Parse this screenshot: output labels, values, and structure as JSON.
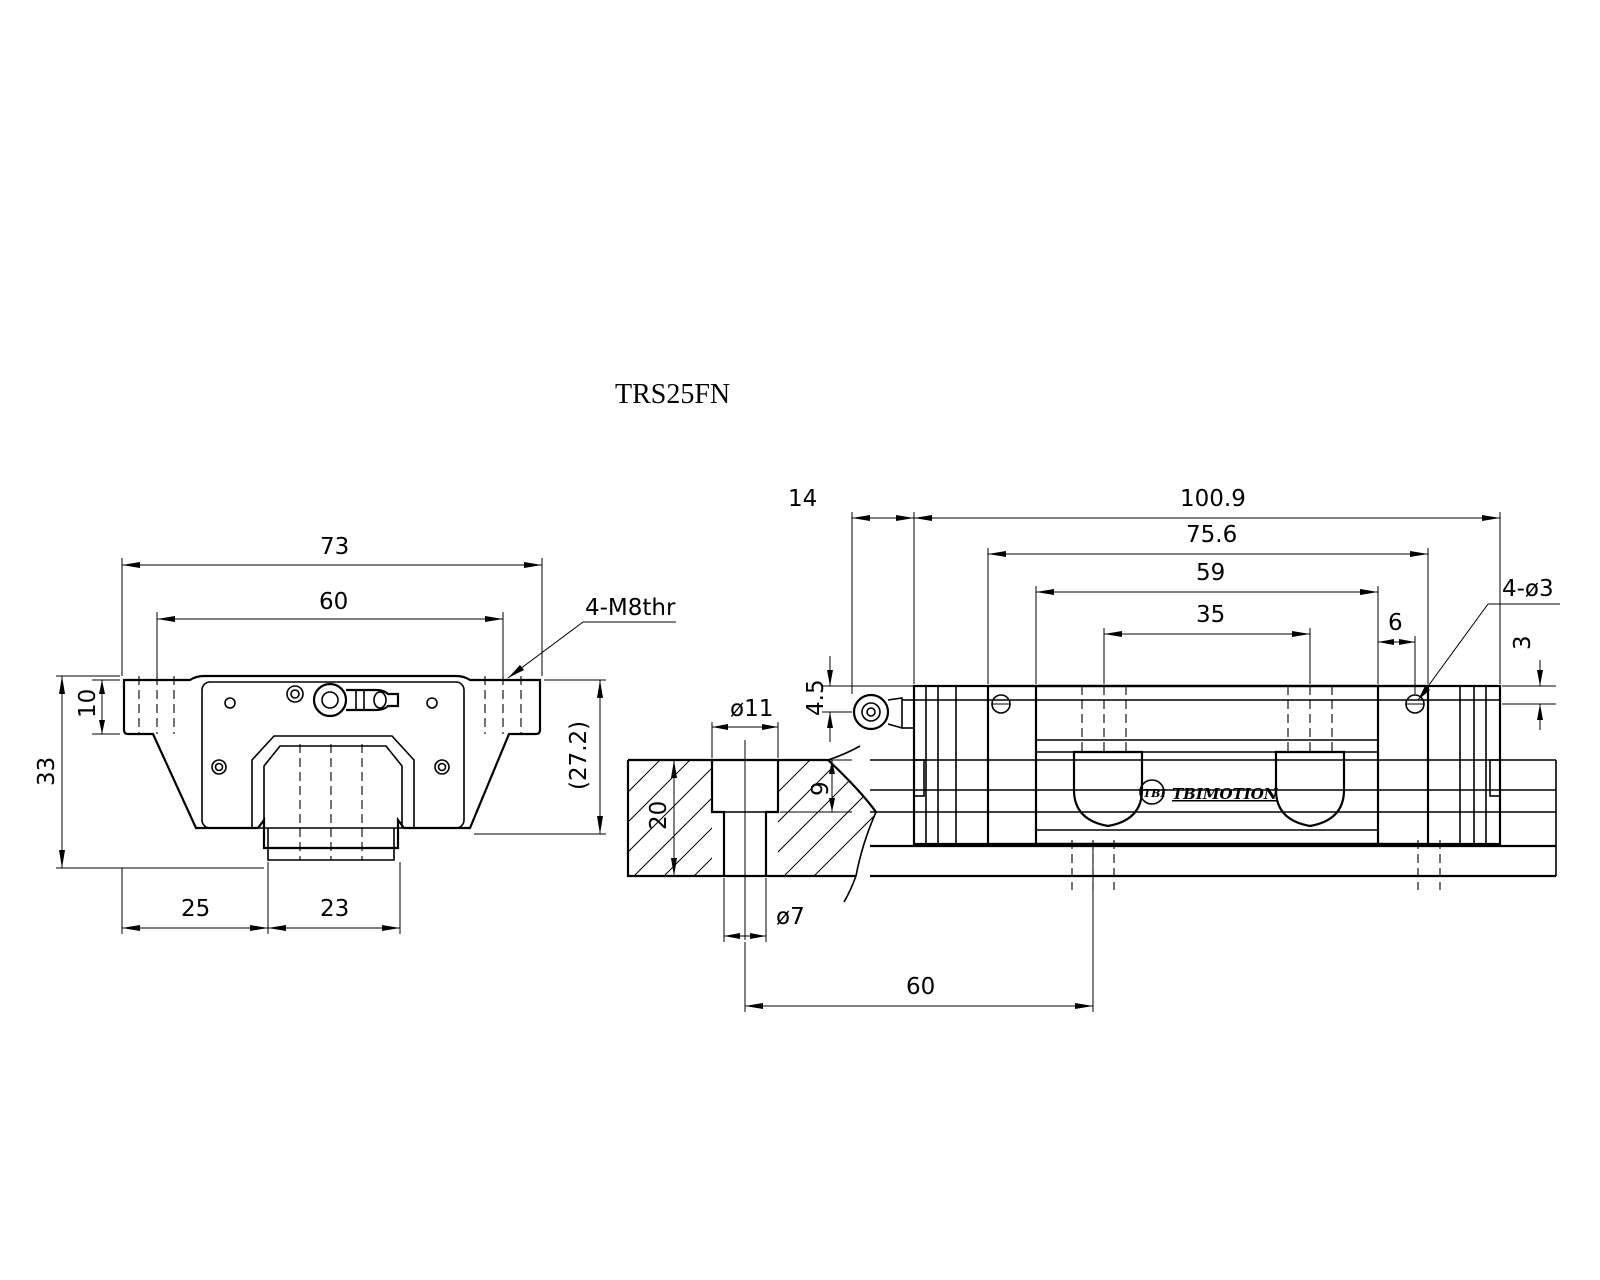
{
  "title": "TRS25FN",
  "brand": "TBIMOTION",
  "logo_mark": "TBI",
  "front_view": {
    "width_total": "73",
    "hole_spacing": "60",
    "thread_callout": "4-M8thr",
    "flange_thickness": "10",
    "overall_height": "33",
    "block_height_ref": "(27.2)",
    "side_offset": "25",
    "rail_width": "23"
  },
  "side_view": {
    "nipple_length": "14",
    "overall_length": "100.9",
    "body_length": "75.6",
    "steel_length": "59",
    "mount_spacing": "35",
    "hole_offset": "6",
    "hole_depth": "3",
    "hole_callout": "4-ø3",
    "nipple_height": "4.5"
  },
  "rail_section": {
    "counterbore_dia": "ø11",
    "counterbore_depth": "9",
    "rail_height": "20",
    "bolt_hole_dia": "ø7",
    "pitch": "60"
  }
}
